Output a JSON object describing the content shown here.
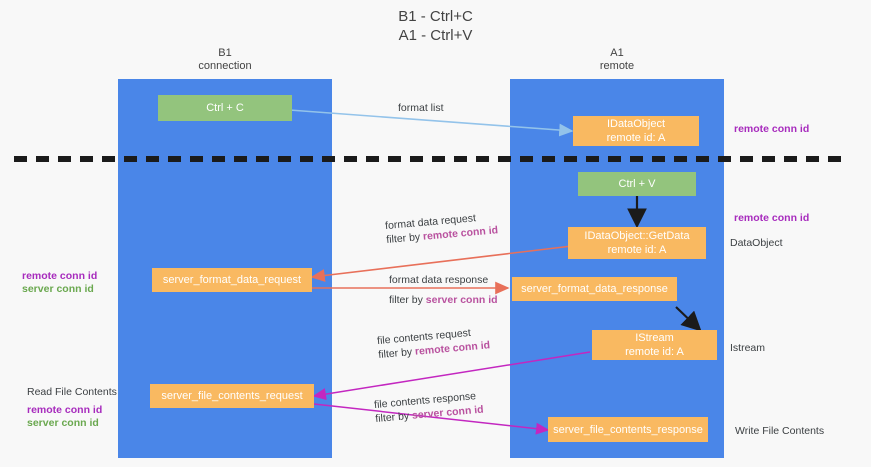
{
  "diagram": {
    "title": "B1 - Ctrl+C\nA1 - Ctrl+V",
    "type": "sequence-flow-diagram"
  },
  "lanes": [
    {
      "id": "b1",
      "title": "B1\nconnection",
      "color": "#4a86e8"
    },
    {
      "id": "a1",
      "title": "A1\nremote",
      "color": "#4a86e8"
    }
  ],
  "nodes": [
    {
      "id": "ctrl-c",
      "label": "Ctrl + C",
      "color": "#93c47d"
    },
    {
      "id": "idataobject",
      "label": "IDataObject\nremote id: A",
      "color": "#f9b961"
    },
    {
      "id": "ctrl-v",
      "label": "Ctrl + V",
      "color": "#93c47d"
    },
    {
      "id": "getdata",
      "label": "IDataObject::GetData\nremote id: A",
      "color": "#f9b961"
    },
    {
      "id": "fmt-request",
      "label": "server_format_data_request",
      "color": "#f9b961"
    },
    {
      "id": "fmt-response",
      "label": "server_format_data_response",
      "color": "#f9b961"
    },
    {
      "id": "istream",
      "label": "IStream\nremote id: A",
      "color": "#f9b961"
    },
    {
      "id": "file-request",
      "label": "server_file_contents_request",
      "color": "#f9b961"
    },
    {
      "id": "file-response",
      "label": "server_file_contents_response",
      "color": "#f9b961"
    }
  ],
  "edge_labels": {
    "format_list": {
      "line1": "format list"
    },
    "format_data_request": {
      "line1": "format data request",
      "line2_prefix": "filter by ",
      "line2_highlight": "remote conn id"
    },
    "format_data_response": {
      "line1": "format data response",
      "line2_prefix": "filter by ",
      "line2_highlight": "server conn id"
    },
    "file_contents_request": {
      "line1": "file contents request",
      "line2_prefix": "filter by ",
      "line2_highlight": "remote conn id"
    },
    "file_contents_response": {
      "line1": "file contents response",
      "line2_prefix": "filter by ",
      "line2_highlight": "server conn id"
    }
  },
  "side_labels": {
    "right_remote_conn_id_top": "remote conn id",
    "right_remote_conn_id_mid": "remote conn id",
    "right_dataobject": "DataObject",
    "right_istream": "Istream",
    "right_write_file_contents": "Write File Contents",
    "left_remote_conn_id_1": "remote conn id",
    "left_server_conn_id_1": "server conn id",
    "left_read_file_contents": "Read File Contents",
    "left_remote_conn_id_2": "remote conn id",
    "left_server_conn_id_2": "server conn id"
  },
  "colors": {
    "lane": "#4a86e8",
    "green_node": "#93c47d",
    "orange_node": "#f9b961",
    "purple": "#a72bbd",
    "magenta": "#c327c0",
    "green_text": "#6aa84f",
    "red_arrow": "#e8705a",
    "blue_arrow": "#93c3ea",
    "black_arrow": "#1b1b1b",
    "background": "#f8f8f8"
  }
}
